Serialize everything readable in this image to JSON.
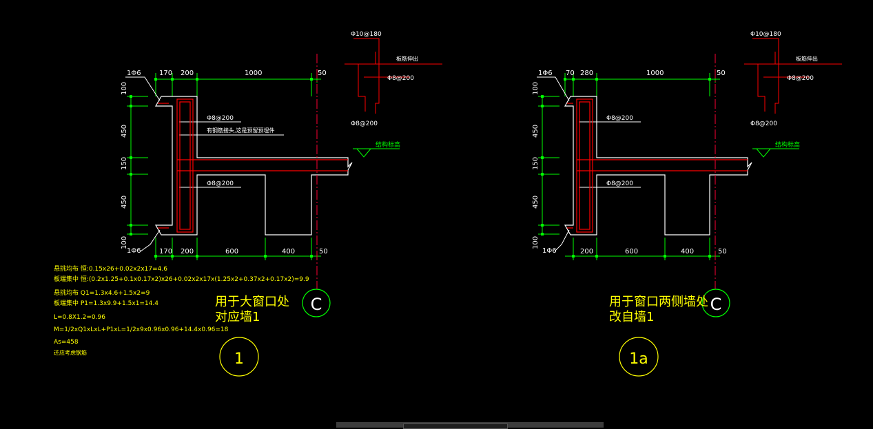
{
  "colors": {
    "background": "#000000",
    "dimension": "#00ff00",
    "outline": "#ffffff",
    "rebar": "#ff0000",
    "axis": "#ff0033",
    "text": "#ffffff",
    "note": "#ffff00",
    "circle_label": "#ffff00",
    "axis_bubble": "#00ff00"
  },
  "left_detail": {
    "top_dims": [
      "170",
      "200",
      "1000",
      "50"
    ],
    "bottom_dims": [
      "170",
      "200",
      "600",
      "400",
      "50"
    ],
    "left_dims": [
      "100",
      "450",
      "150",
      "450",
      "100"
    ],
    "corner_top": "1Φ6",
    "corner_bottom": "1Φ6",
    "rebar_callout_1": "Φ8@200",
    "rebar_callout_2": "有钢筋接头,这是预留预埋件",
    "rebar_callout_3": "Φ8@200",
    "level_label": "结构标高",
    "axis_label": "C",
    "caption_line1": "用于大窗口处",
    "caption_line2": "对应墙1",
    "detail_number": "1",
    "inset_top": "Φ10@180",
    "inset_side": "板筋伸出",
    "inset_mid": "Φ8@200",
    "inset_bottom": "Φ8@200"
  },
  "right_detail": {
    "top_dims": [
      "70",
      "280",
      "1000",
      "50"
    ],
    "bottom_dims": [
      "200",
      "600",
      "400",
      "50"
    ],
    "left_dims": [
      "100",
      "450",
      "150",
      "450",
      "100"
    ],
    "corner_top": "1Φ6",
    "corner_bottom": "1Φ6",
    "rebar_callout_1": "Φ8@200",
    "rebar_callout_2": "Φ8@200",
    "level_label": "结构标高",
    "axis_label": "C",
    "caption_line1": "用于窗口两侧墙处",
    "caption_line2": "改自墙1",
    "detail_number": "1a",
    "inset_top": "Φ10@180",
    "inset_side": "板筋伸出",
    "inset_mid": "Φ8@200",
    "inset_bottom": "Φ8@200"
  },
  "calc_notes": [
    "悬挑均布 恒:0.15x26+0.02x2x17=4.6",
    "板端集中 恒:(0.2x1.25+0.1x0.17x2)x26+0.02x2x17x(1.25x2+0.37x2+0.17x2)=9.9",
    "悬挑均布 Q1=1.3x4.6+1.5x2=9",
    "板端集中 P1=1.3x9.9+1.5x1=14.4",
    "L=0.8X1.2=0.96",
    "M=1/2xQ1xLxL+P1xL=1/2x9x0.96x0.96+14.4x0.96=18",
    "As=458",
    "还应考虑钢筋"
  ]
}
